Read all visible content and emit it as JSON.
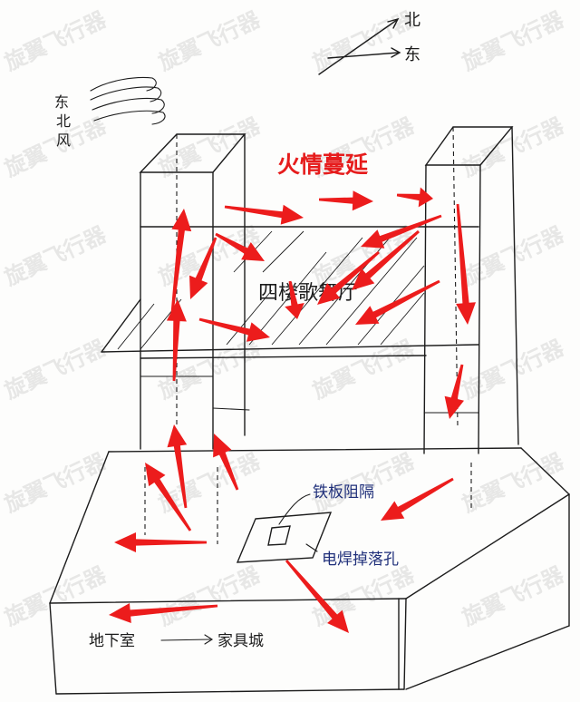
{
  "title": "火情蔓延",
  "compass": {
    "north": "北",
    "east": "东"
  },
  "wind_label": [
    "东",
    "北",
    "风"
  ],
  "floor_label": "四楼歌舞厅",
  "annotations": {
    "iron_plate": "铁板阻隔",
    "welding": "电焊掉落孔"
  },
  "basement_label": "地下室",
  "furniture_city_label": "家具城",
  "watermark_text": "旋翼飞行器",
  "colors": {
    "arrow_red": "#ec1c1c",
    "title_red": "#e61c1c",
    "ink": "#1c1c1c",
    "pen_blue": "#1f2f7a"
  }
}
